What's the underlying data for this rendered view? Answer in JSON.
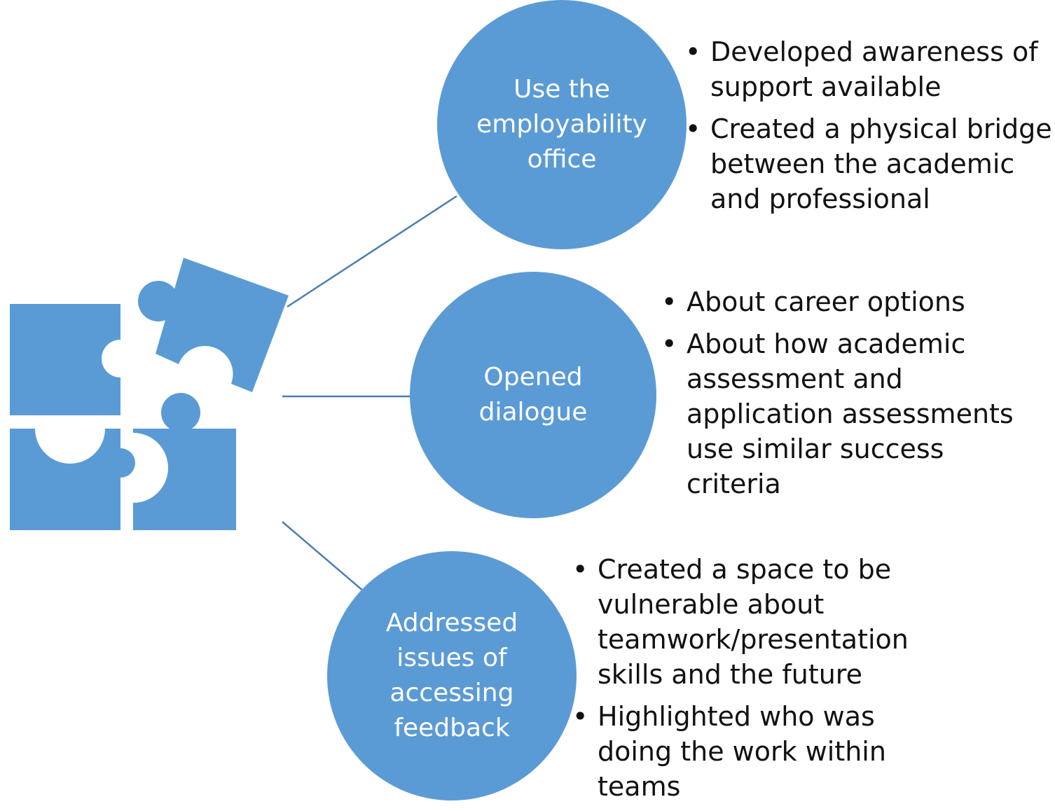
{
  "nodes": [
    {
      "label": "Use the employability office",
      "bullets": [
        "Developed awareness of support available",
        "Created a physical bridge between the academic and professional"
      ]
    },
    {
      "label": "Opened dialogue",
      "bullets": [
        "About career options",
        "About how academic assessment and application assessments use similar success criteria"
      ]
    },
    {
      "label": "Addressed issues of accessing feedback",
      "bullets": [
        "Created a space to be vulnerable about teamwork/presentation skills and the future",
        "Highlighted who was doing the work within teams"
      ]
    }
  ],
  "colors": {
    "circle": "#5b9bd5",
    "puzzle": "#5b9bd5",
    "connector": "#4a7eb0"
  },
  "icons": {
    "hub": "puzzle-pieces-icon"
  }
}
